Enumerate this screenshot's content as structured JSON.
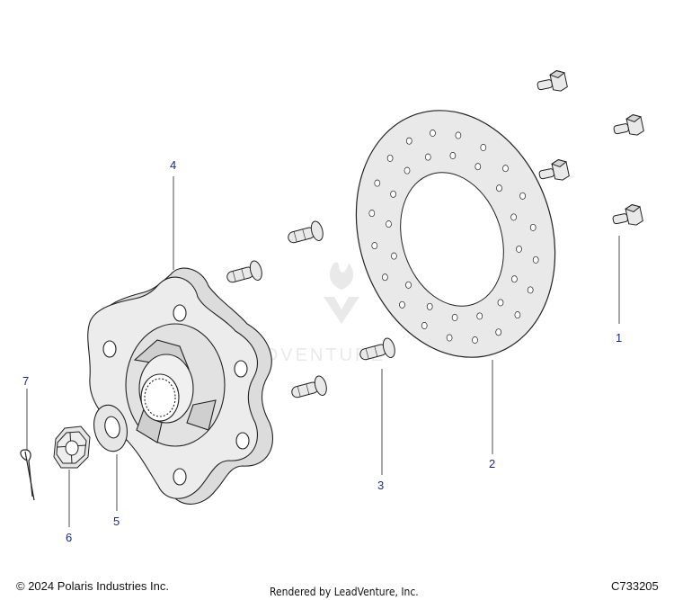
{
  "callouts": {
    "c1": "1",
    "c2": "2",
    "c3": "3",
    "c4": "4",
    "c5": "5",
    "c6": "6",
    "c7": "7"
  },
  "parts": {
    "p1": "bolt-icon",
    "p2": "brake-disc-icon",
    "p3": "wheel-stud-icon",
    "p4": "wheel-hub-icon",
    "p5": "washer-icon",
    "p6": "castle-nut-icon",
    "p7": "cotter-pin-icon"
  },
  "watermark": "LEADVENTURE",
  "footer": {
    "copyright": "© 2024 Polaris Industries Inc.",
    "rendered_by": "Rendered by LeadVenture, Inc.",
    "code": "C733205"
  },
  "colors": {
    "callout": "#1a2a8a",
    "part_fill": "#e9e9e9",
    "outline": "#222222"
  }
}
